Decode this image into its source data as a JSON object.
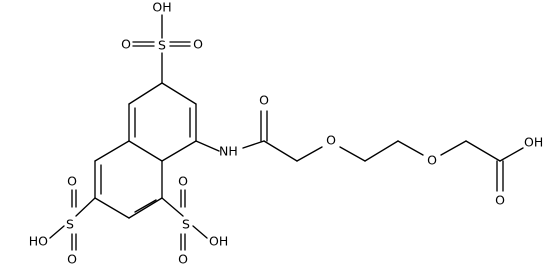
{
  "labels": {
    "oh_top": "OH",
    "s_top": "S",
    "o_top_left": "O",
    "o_top_right": "O",
    "nh": "NH",
    "o_amide": "O",
    "o_ether1": "O",
    "o_ether2": "O",
    "o_acid": "O",
    "oh_acid": "OH",
    "s_left": "S",
    "o_left_top": "O",
    "o_left_bottom": "O",
    "ho_left": "HO",
    "s_peri": "S",
    "o_peri_top": "O",
    "o_peri_bottom": "O",
    "oh_peri": "OH"
  },
  "colors": {
    "ink": "#000000",
    "background": "#ffffff"
  }
}
